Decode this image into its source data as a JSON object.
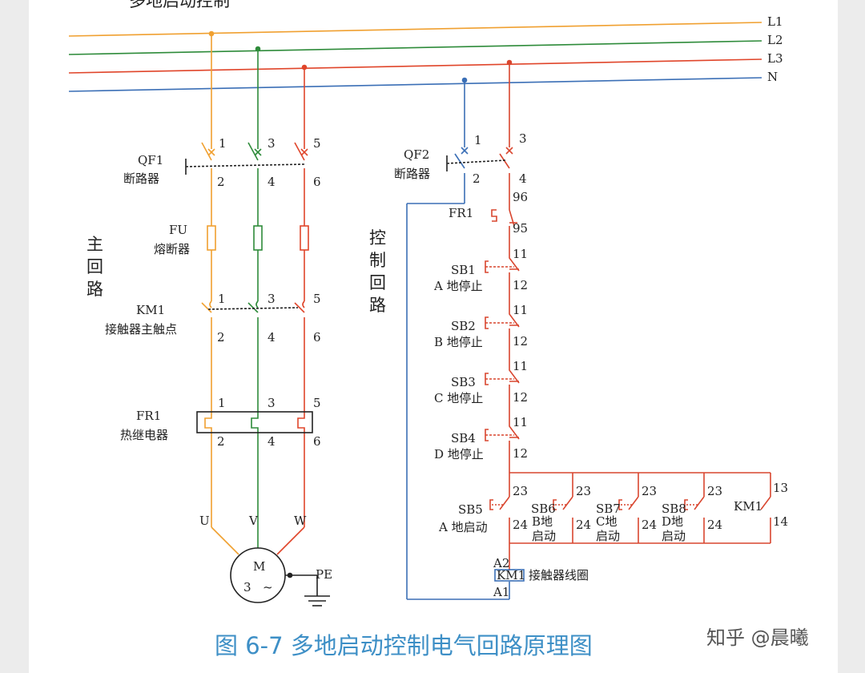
{
  "header_partial": "多地启动控制",
  "bus": {
    "l1": "L1",
    "l2": "L2",
    "l3": "L3",
    "n": "N"
  },
  "main_circuit": {
    "section_title": [
      "主",
      "回",
      "路"
    ],
    "qf1": {
      "name": "QF1",
      "label": "断路器",
      "terminals_top": [
        "1",
        "3",
        "5"
      ],
      "terminals_bottom": [
        "2",
        "4",
        "6"
      ]
    },
    "fu": {
      "name": "FU",
      "label": "熔断器"
    },
    "km1": {
      "name": "KM1",
      "label": "接触器主触点",
      "terminals_top": [
        "1",
        "3",
        "5"
      ],
      "terminals_bottom": [
        "2",
        "4",
        "6"
      ]
    },
    "fr1": {
      "name": "FR1",
      "label": "热继电器",
      "terminals_top": [
        "1",
        "3",
        "5"
      ],
      "terminals_bottom": [
        "2",
        "4",
        "6"
      ]
    },
    "motor": {
      "phases": [
        "U",
        "V",
        "W"
      ],
      "symbol": "M",
      "phase_count": "3",
      "ac_symbol": "~",
      "pe": "PE"
    }
  },
  "control_circuit": {
    "section_title": [
      "控",
      "制",
      "回",
      "路"
    ],
    "qf2": {
      "name": "QF2",
      "label": "断路器",
      "terminals": [
        "1",
        "3",
        "2",
        "4"
      ]
    },
    "fr1": {
      "name": "FR1",
      "terminals": [
        "96",
        "95"
      ]
    },
    "stop_buttons": [
      {
        "name": "SB1",
        "label": "A 地停止",
        "t_top": "11",
        "t_bottom": "12"
      },
      {
        "name": "SB2",
        "label": "B 地停止",
        "t_top": "11",
        "t_bottom": "12"
      },
      {
        "name": "SB3",
        "label": "C 地停止",
        "t_top": "11",
        "t_bottom": "12"
      },
      {
        "name": "SB4",
        "label": "D 地停止",
        "t_top": "11",
        "t_bottom": "12"
      }
    ],
    "start_buttons": [
      {
        "name": "SB5",
        "label": "A 地启动",
        "t_top": "23",
        "t_bottom": "24"
      },
      {
        "name": "SB6",
        "label_1": "B地",
        "label_2": "启动",
        "t_top": "23",
        "t_bottom": "24"
      },
      {
        "name": "SB7",
        "label_1": "C地",
        "label_2": "启动",
        "t_top": "23",
        "t_bottom": "24"
      },
      {
        "name": "SB8",
        "label_1": "D地",
        "label_2": "启动",
        "t_top": "23",
        "t_bottom": "24"
      }
    ],
    "km1_aux": {
      "name": "KM1",
      "t_top": "13",
      "t_bottom": "14"
    },
    "coil": {
      "name": "KM1",
      "label": "接触器线圈",
      "a2": "A2",
      "a1": "A1"
    }
  },
  "caption": "图 6-7  多地启动控制电气回路原理图",
  "watermark": "知乎 @晨曦",
  "colors": {
    "l1": "#f0a030",
    "l2": "#2e8b3a",
    "l3": "#e0452a",
    "n": "#3b6fb6",
    "ctrl": "#d9462f",
    "caption": "#3d8fc6"
  }
}
